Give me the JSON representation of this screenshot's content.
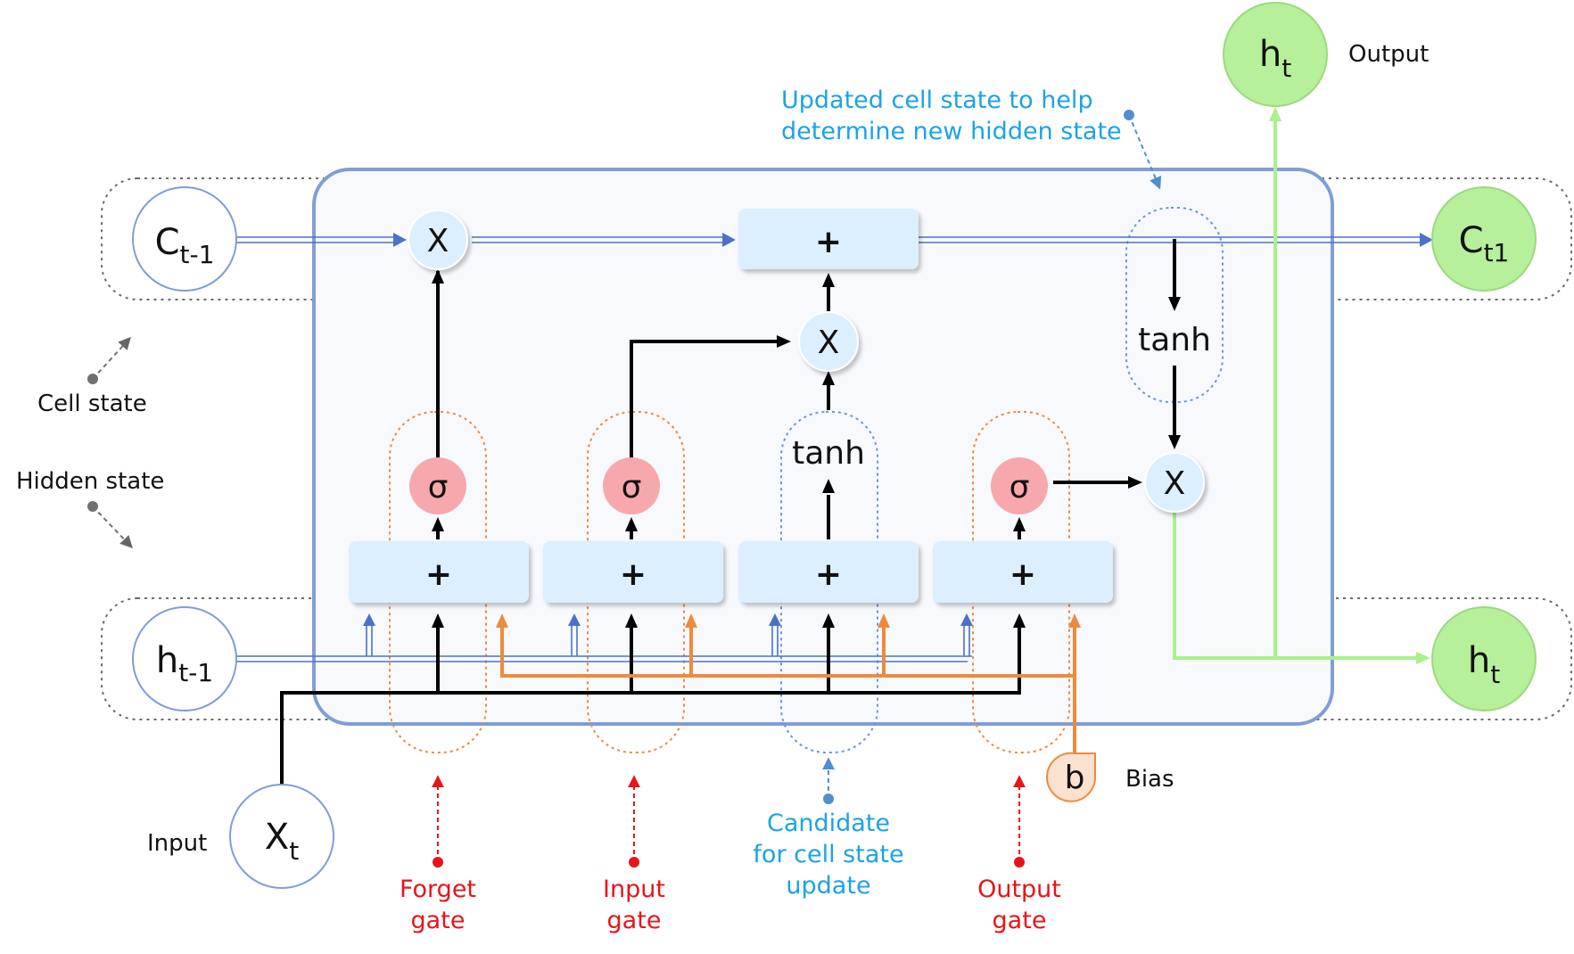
{
  "nodes": {
    "c_prev": {
      "base": "C",
      "sub": "t-1"
    },
    "c_next": {
      "base": "C",
      "sub": "t1"
    },
    "h_prev": {
      "base": "h",
      "sub": "t-1"
    },
    "h_next": {
      "base": "h",
      "sub": "t"
    },
    "h_out": {
      "base": "h",
      "sub": "t"
    },
    "x_in": {
      "base": "X",
      "sub": "t"
    }
  },
  "operators": {
    "multiply": "X",
    "plus": "+",
    "sigma": "σ",
    "tanh": "tanh",
    "bias": "b"
  },
  "labels": {
    "output": "Output",
    "cell_state": "Cell state",
    "hidden_state": "Hidden state",
    "input": "Input",
    "bias": "Bias",
    "updated_note_line1": "Updated cell state to help",
    "updated_note_line2": "determine new hidden state",
    "forget_gate_line1": "Forget",
    "forget_gate_line2": "gate",
    "input_gate_line1": "Input",
    "input_gate_line2": "gate",
    "candidate_line1": "Candidate",
    "candidate_line2": "for cell state",
    "candidate_line3": "update",
    "output_gate_line1": "Output",
    "output_gate_line2": "gate"
  },
  "colors": {
    "cell_border": "#7f9ed6",
    "cell_fill": "#f7f9fd",
    "op_fill": "#dcefff",
    "sigma_fill": "#f7a8ad",
    "output_fill": "#b6f09a",
    "gate_orange": "#ee8a3c",
    "candidate_blue": "#6f94d8",
    "annotation_cyan": "#1aa3e8",
    "annotation_red": "#e8141a",
    "hidden_green": "#a8f28a"
  }
}
